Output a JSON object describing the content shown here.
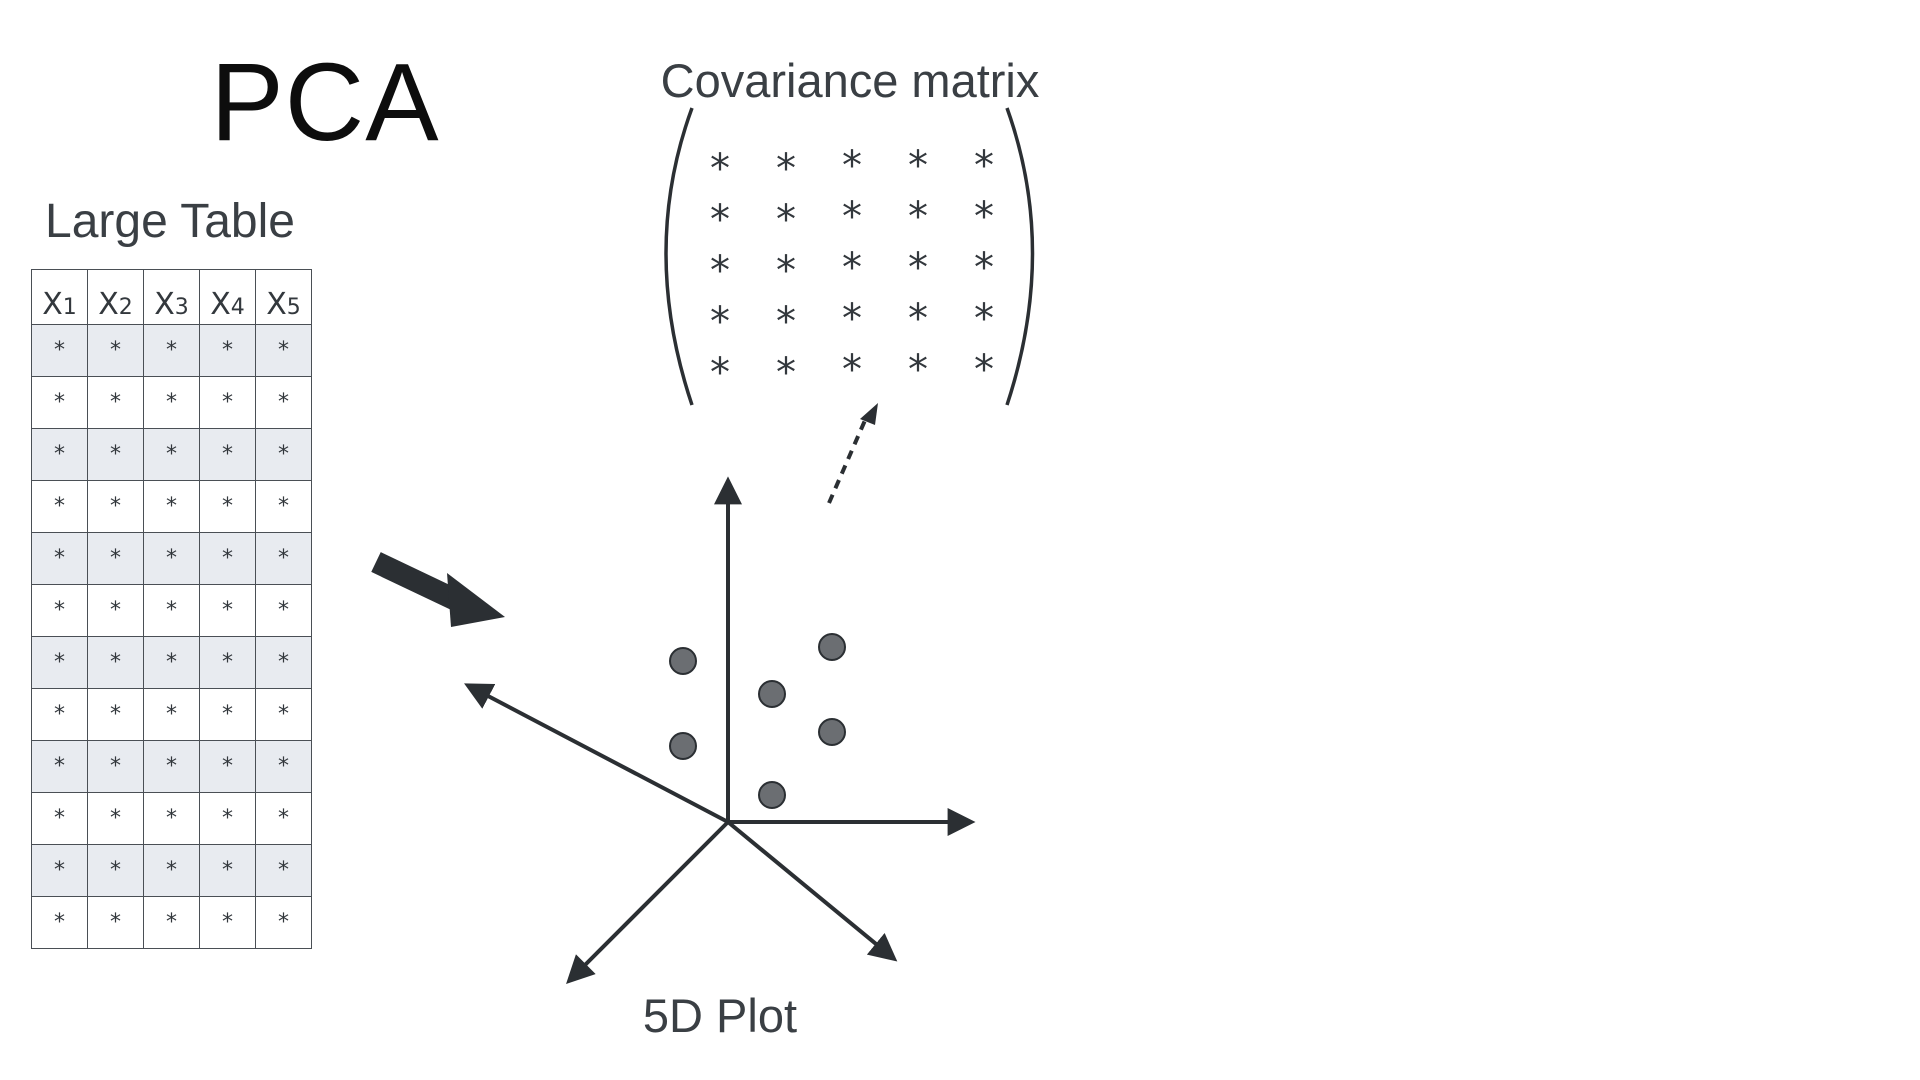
{
  "title": "PCA",
  "table": {
    "label": "Large Table",
    "headers": [
      {
        "base": "X",
        "sub": "1"
      },
      {
        "base": "X",
        "sub": "2"
      },
      {
        "base": "X",
        "sub": "3"
      },
      {
        "base": "X",
        "sub": "4"
      },
      {
        "base": "X",
        "sub": "5"
      }
    ],
    "row_count": 12,
    "cell": "*"
  },
  "covariance": {
    "label": "Covariance matrix",
    "size": 5,
    "cell": "*"
  },
  "plot": {
    "label": "5D Plot",
    "axes": [
      "up",
      "up-left",
      "right",
      "down-left",
      "down-right"
    ]
  },
  "colors": {
    "line": "#2b2f33",
    "point": "#6b6e72",
    "row_shade": "#e8ebf0"
  }
}
